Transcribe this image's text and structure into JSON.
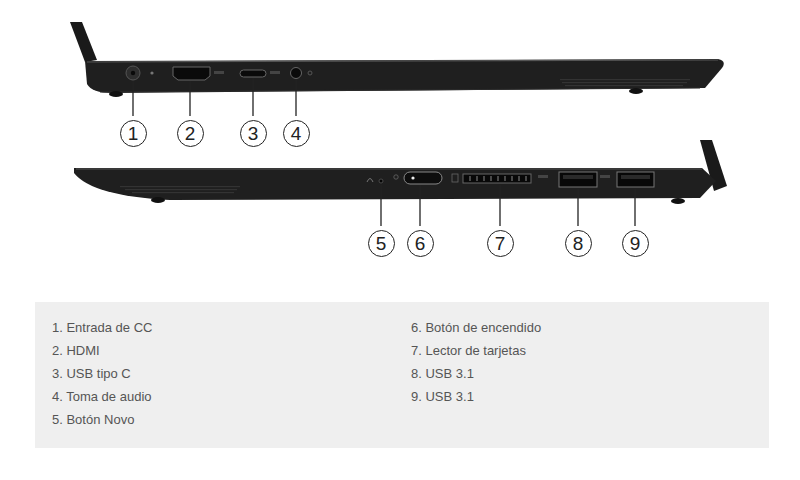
{
  "diagram": {
    "nodes": [
      {
        "text": [
          "1"
        ]
      },
      {
        "text": [
          "2"
        ]
      },
      {
        "text": [
          "3"
        ]
      },
      {
        "text": [
          "4"
        ]
      },
      {
        "text": [
          "5"
        ]
      },
      {
        "text": [
          "6"
        ]
      },
      {
        "text": [
          "7"
        ]
      },
      {
        "text": [
          "8"
        ]
      },
      {
        "text": [
          "9"
        ]
      },
      {
        "text": [
          "1. Entrada de CC",
          "2. HDMI",
          "3. USB tipo C",
          "4. Toma de audio",
          "5. Botón Novo",
          "6. Botón de encendido",
          "7. Lector de tarjetas",
          "8. USB 3.1",
          "9. USB 3.1"
        ]
      }
    ]
  }
}
